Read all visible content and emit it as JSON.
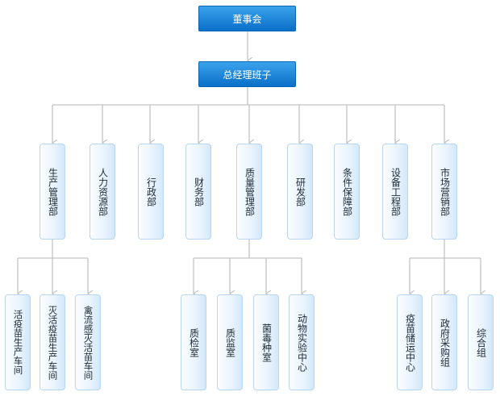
{
  "board": "董事会",
  "gm": "总经理班子",
  "departments": [
    "生产管理部",
    "人力资源部",
    "行政部",
    "财务部",
    "质量管理部",
    "研发部",
    "条件保障部",
    "设备工程部",
    "市场营销部"
  ],
  "production_subunits": [
    "活疫苗生产车间",
    "灭活疫苗生产车间",
    "禽流感灭活苗车间"
  ],
  "quality_subunits": [
    "质检室",
    "质监室",
    "菌毒种室",
    "动物实验中心"
  ],
  "marketing_subunits": [
    "疫苗储运中心",
    "政府采购组",
    "综合组"
  ],
  "colors": {
    "top_fill": "#1a84d9",
    "node_border": "#b9d6f1",
    "connector": "#c4c4c4"
  }
}
